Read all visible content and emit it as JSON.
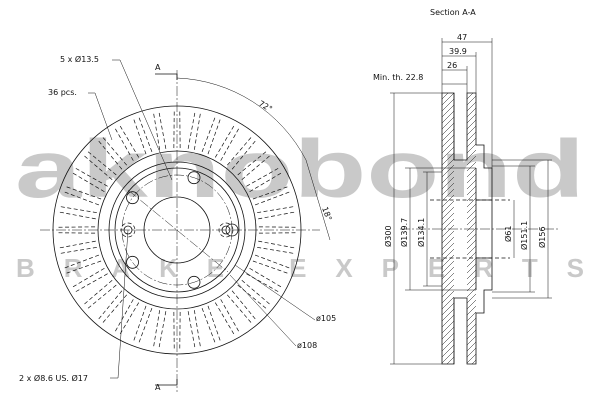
{
  "watermark": {
    "brand": "aknobond",
    "tagline": "BRAKE EXPERTS"
  },
  "section": {
    "title": "Section A-A",
    "cut_mark": "A"
  },
  "front_view": {
    "bolt_holes": "5 x Ø13.5",
    "vent_count": "36 pcs.",
    "aux_holes": "2 x Ø8.6 US. Ø17",
    "angle_pitch": "72°",
    "angle_vane": "18°",
    "dia_105": "ø105",
    "dia_108": "ø108"
  },
  "section_dims": {
    "w47": "47",
    "w399": "39.9",
    "w26": "26",
    "min_th": "Min. th. 22.8",
    "d300": "Ø300",
    "d1397": "Ø139.7",
    "d1341": "Ø134.1",
    "d61": "Ø61",
    "d1511": "Ø151.1",
    "d156": "Ø156"
  }
}
